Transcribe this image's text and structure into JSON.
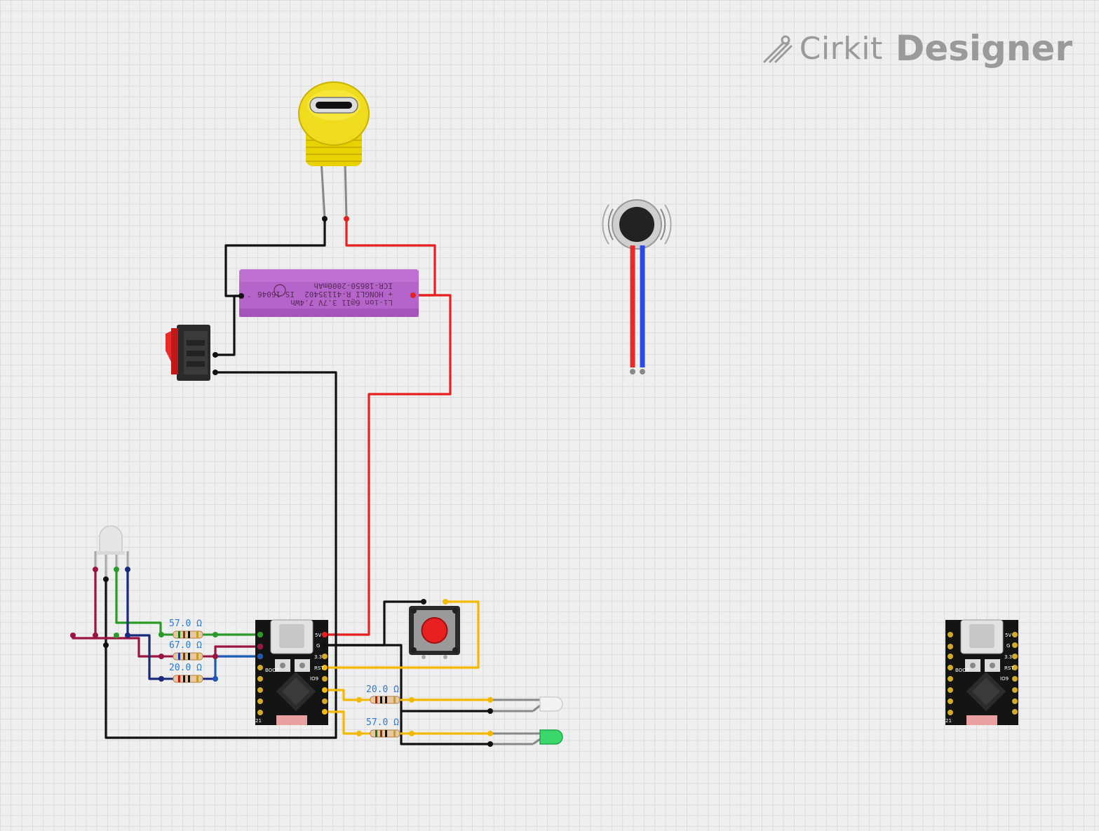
{
  "app": {
    "logo_part1": "Cirkit",
    "logo_part2": "Designer"
  },
  "colors": {
    "wire_black": "#111111",
    "wire_red": "#e81f1f",
    "wire_yellow": "#f5b800",
    "wire_green": "#2a9a2a",
    "wire_navy": "#1a2a7a",
    "wire_maroon": "#9a1444",
    "wire_blue": "#1e5ab4",
    "battery_body": "#b565c9",
    "usb_jack": "#e8d200"
  },
  "battery": {
    "line1": "Li-ion 6@11 3.7V 7.4Wh",
    "line2": "+ HONGLI R-41135402",
    "line3": "ICR-18650-2000mAh",
    "line4": "IS 16046",
    "minus": "-"
  },
  "resistors": [
    {
      "name": "resistor-57ohm-led-green",
      "label": "57.0 Ω"
    },
    {
      "name": "resistor-67ohm-led-red",
      "label": "67.0 Ω"
    },
    {
      "name": "resistor-20ohm-led-blue",
      "label": "20.0 Ω"
    },
    {
      "name": "resistor-20ohm-white-led",
      "label": "20.0 Ω"
    },
    {
      "name": "resistor-57ohm-green-led",
      "label": "57.0 Ω"
    }
  ],
  "board_pins": {
    "p5v": "5V",
    "pg": "G",
    "p33": "3.3",
    "prst": "RST",
    "pboot": "BOOT",
    "pio9": "IO9",
    "p21": "21"
  },
  "components": [
    "usb-c-jack",
    "li-ion-battery",
    "rocker-switch",
    "vibration-motor",
    "rgb-led",
    "esp32-c3-board-main",
    "esp32-c3-board-spare",
    "pushbutton",
    "white-led",
    "green-led"
  ]
}
